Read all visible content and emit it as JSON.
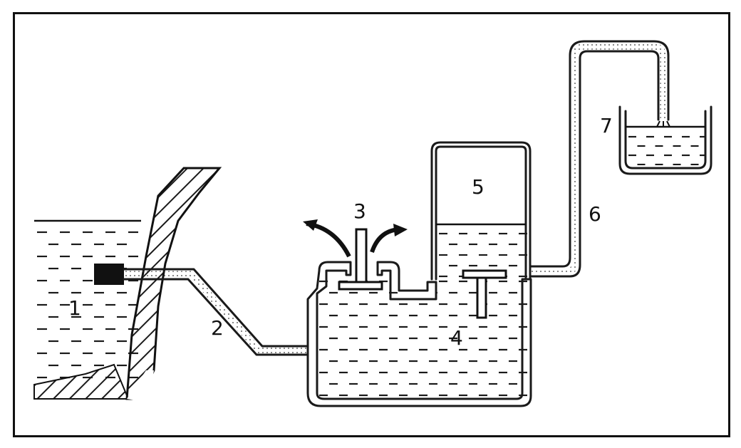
{
  "labels": {
    "reservoir": "1",
    "supply_pipe": "2",
    "waste_valve": "3",
    "pump_chamber": "4",
    "air_chamber": "5",
    "delivery_pipe": "6",
    "receiving_tank": "7"
  }
}
